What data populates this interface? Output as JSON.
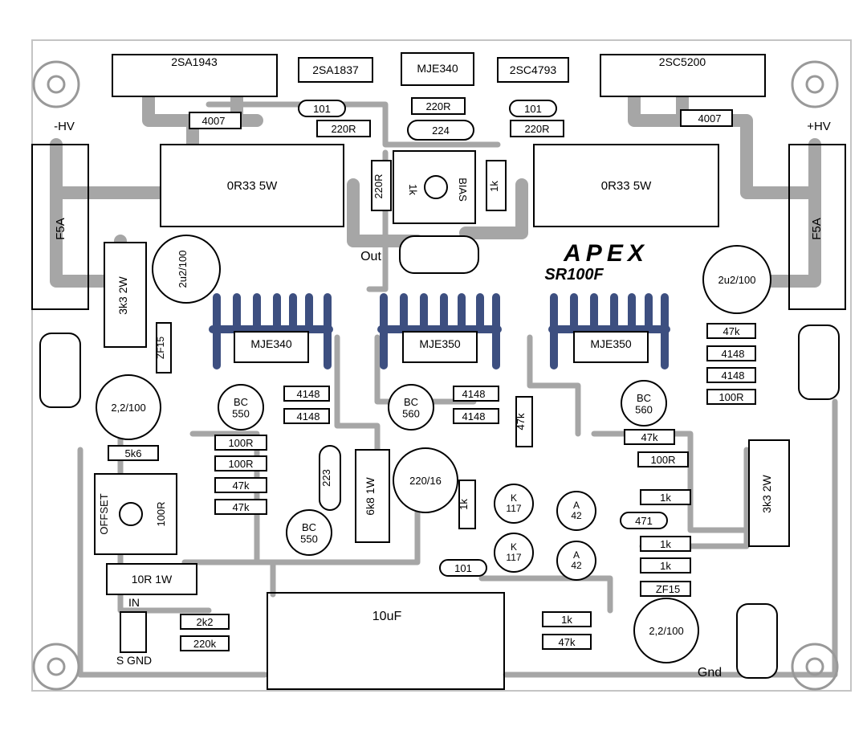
{
  "colors": {
    "trace": "#a6a6a6",
    "heatsink": "#3d4f80",
    "outline": "#000000",
    "board_edge": "#c4c4c4",
    "component_fill": "#ffffff"
  },
  "brand": {
    "logo": "APEX",
    "model": "SR100F"
  },
  "transistors_top": [
    "2SA1943",
    "2SA1837",
    "MJE340",
    "2SC4793",
    "2SC5200"
  ],
  "rails": {
    "neg": "-HV",
    "pos": "+HV"
  },
  "fuses": [
    "F5A",
    "F5A"
  ],
  "power_resistors": [
    "0R33 5W",
    "0R33 5W",
    "3k3 2W",
    "3k3 2W",
    "6k8 1W",
    "10R 1W"
  ],
  "bias": {
    "label": "BIAS",
    "r_left": "220R",
    "r_mid": "1k",
    "r_right": "1k"
  },
  "output_label": "Out",
  "heatsink_transistors": [
    "MJE340",
    "MJE350",
    "MJE350"
  ],
  "small_transistors": [
    "BC\n550",
    "BC\n560",
    "BC\n560",
    "BC\n550"
  ],
  "diodes": [
    "4007",
    "4007",
    "4148",
    "4148",
    "4148",
    "4148",
    "4148",
    "4148"
  ],
  "zeners": [
    "ZF15",
    "ZF15"
  ],
  "ccs": [
    "K\n117",
    "K\n117",
    "A\n42",
    "A\n42"
  ],
  "caps": {
    "c101a": "101",
    "c101b": "101",
    "c101c": "101",
    "c224": "224",
    "c223": "223",
    "c471": "471",
    "e_2u2_a": "2u2/100",
    "e_2u2_b": "2u2/100",
    "e_22_a": "2,2/100",
    "e_22_b": "2,2/100",
    "e_220": "220/16",
    "big_cap": "10uF"
  },
  "resistors": {
    "r220_a": "220R",
    "r220_b": "220R",
    "r220_c": "220R",
    "r47k_a": "47k",
    "r47k_b": "47k",
    "r47k_c": "47k",
    "r47k_d": "47k",
    "r47k_e": "47k",
    "r100_a": "100R",
    "r100_b": "100R",
    "r100_c": "100R",
    "r100_d": "100R",
    "r100_off": "100R",
    "r1k_a": "1k",
    "r1k_b": "1k",
    "r1k_c": "1k",
    "r1k_d": "1k",
    "r1k_e": "1k",
    "r5k6": "5k6",
    "r2k2": "2k2",
    "r220k": "220k"
  },
  "offset": "OFFSET",
  "input": {
    "in": "IN",
    "s_gnd": "S GND"
  },
  "gnd": "Gnd"
}
